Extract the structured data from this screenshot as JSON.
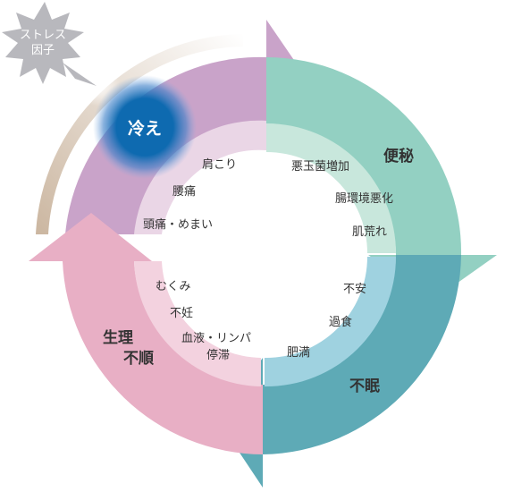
{
  "colors": {
    "purple": "#c9a3c9",
    "purple_light": "#ead6e6",
    "teal": "#93d0c2",
    "teal_light": "#c8e7dc",
    "blue": "#5eaab6",
    "blue_light": "#9fd2e0",
    "pink": "#e8afc5",
    "pink_light": "#f3d2df",
    "cold_circle": "#0e6ab0",
    "stress_star": "#b8b8bd"
  },
  "stress": {
    "line1": "ストレス",
    "line2": "因子"
  },
  "cold": {
    "label": "冷え"
  },
  "segments": {
    "constipation": {
      "label": "便秘",
      "items": [
        "悪玉菌増加",
        "腸環境悪化",
        "肌荒れ"
      ]
    },
    "insomnia": {
      "label": "不眠",
      "items": [
        "不安",
        "過食",
        "肥満"
      ]
    },
    "menstrual": {
      "line1": "生理",
      "line2": "不順",
      "items": [
        "むくみ",
        "不妊",
        "血液・リンパ",
        "停滞"
      ]
    },
    "cold_symptoms": {
      "items": [
        "肩こり",
        "腰痛",
        "頭痛・めまい"
      ]
    }
  }
}
